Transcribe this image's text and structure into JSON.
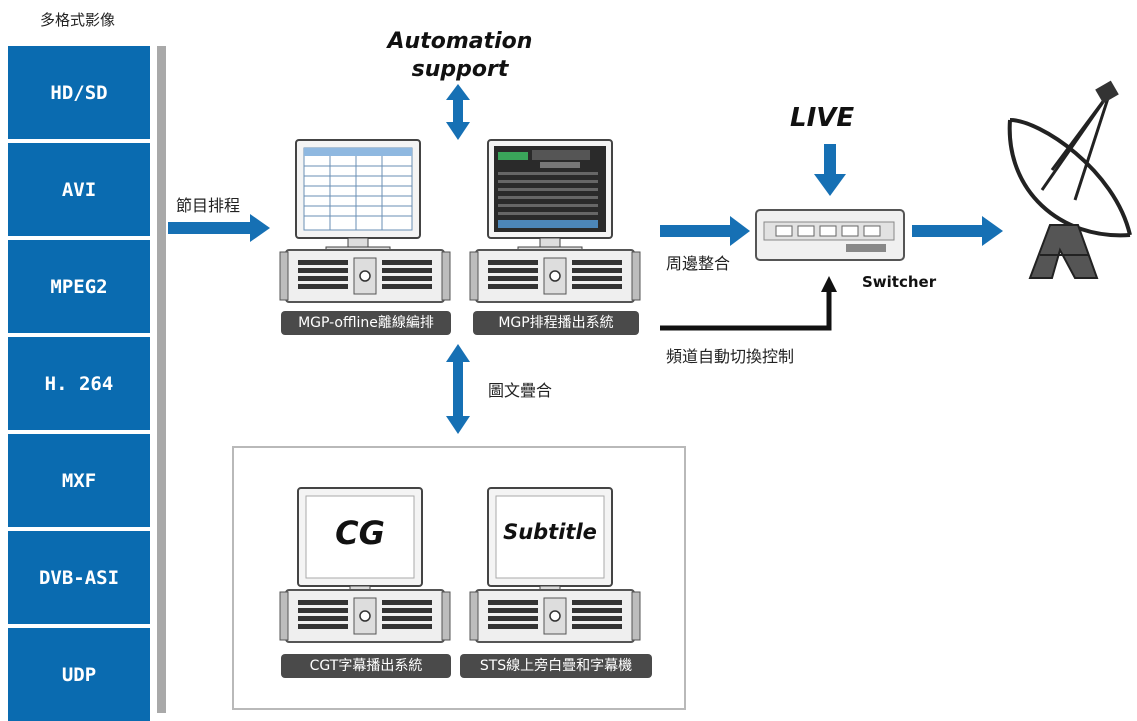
{
  "formats": {
    "title": "多格式影像",
    "items": [
      "HD/SD",
      "AVI",
      "MPEG2",
      "H. 264",
      "MXF",
      "DVB-ASI",
      "UDP"
    ]
  },
  "labels": {
    "scheduling": "節目排程",
    "automation": "Automation support",
    "live": "LIVE",
    "peripheral": "周邊整合",
    "switcher": "Switcher",
    "channel_switch": "頻道自動切換控制",
    "graphics_overlay": "圖文疊合"
  },
  "systems": {
    "offline": "MGP-offline離線編排",
    "playout": "MGP排程播出系統",
    "cgt": "CGT字幕播出系統",
    "sts": "STS線上旁白疊和字幕機"
  },
  "screens": {
    "cg": "CG",
    "subtitle": "Subtitle"
  },
  "colors": {
    "format_blue": "#0a6bb0",
    "arrow_blue": "#1670b4",
    "caption_gray": "#4a4a4a"
  }
}
